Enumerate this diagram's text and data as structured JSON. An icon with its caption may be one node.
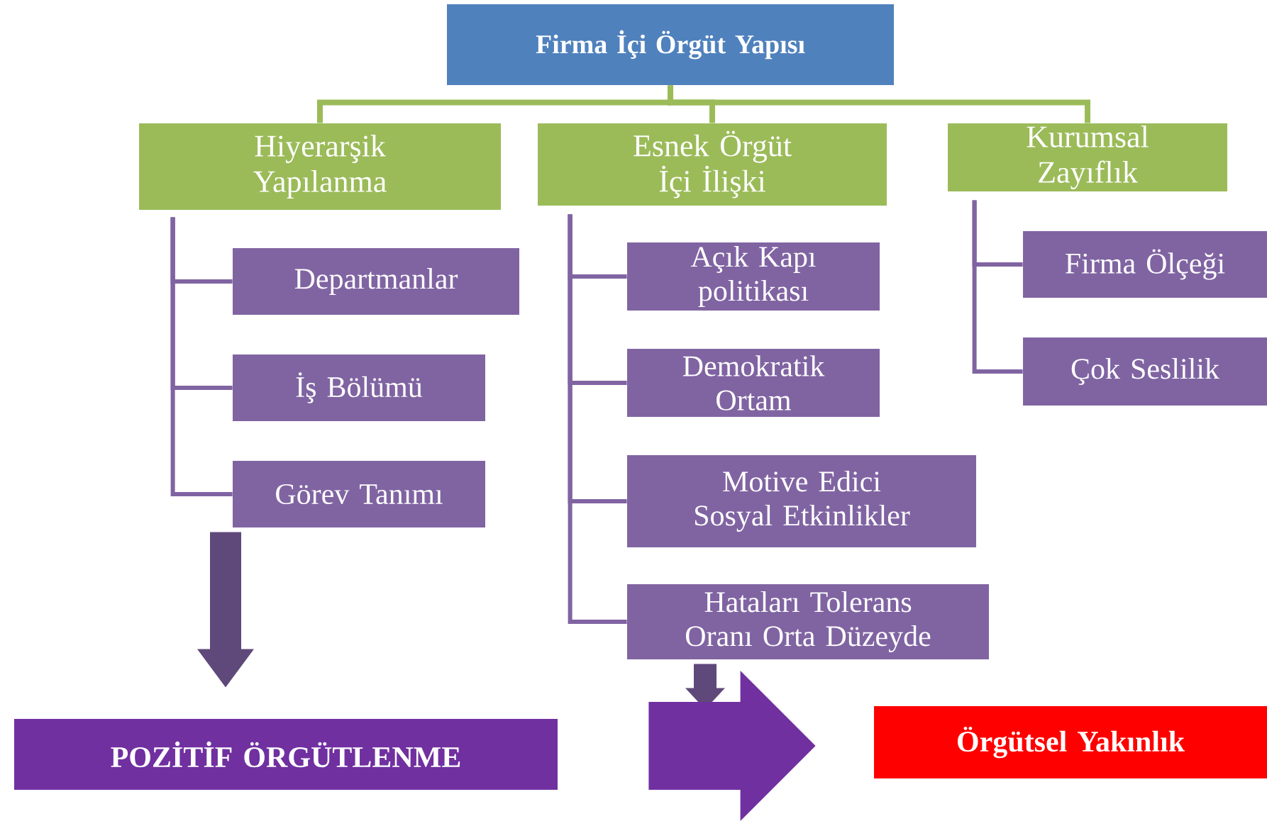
{
  "diagram": {
    "nodes": [
      {
        "text": [
          "Firma İçi Örgüt Yapısı"
        ]
      },
      {
        "text": [
          "Hiyerarşik Yapılanma"
        ]
      },
      {
        "text": [
          "Esnek Örgüt İçi İlişki"
        ]
      },
      {
        "text": [
          "Kurumsal Zayıflık"
        ]
      },
      {
        "text": [
          "Departmanlar"
        ]
      },
      {
        "text": [
          "İş Bölümü"
        ]
      },
      {
        "text": [
          "Görev Tanımı"
        ]
      },
      {
        "text": [
          "Açık Kapı politikası"
        ]
      },
      {
        "text": [
          "Demokratik Ortam"
        ]
      },
      {
        "text": [
          "Motive Edici Sosyal Etkinlikler"
        ]
      },
      {
        "text": [
          "Hataları Tolerans Oranı Orta Düzeyde"
        ]
      },
      {
        "text": [
          "Firma Ölçeği"
        ]
      },
      {
        "text": [
          "Çok Seslilik"
        ]
      },
      {
        "text": [
          "POZİTİF ÖRGÜTLENME"
        ]
      },
      {
        "text": [
          "Örgütsel Yakınlık"
        ]
      }
    ],
    "edges": [
      {
        "from": 0,
        "to": 1,
        "arrow": "none",
        "color": "#9bbb59"
      },
      {
        "from": 0,
        "to": 2,
        "arrow": "none",
        "color": "#9bbb59"
      },
      {
        "from": 0,
        "to": 3,
        "arrow": "none",
        "color": "#9bbb59"
      },
      {
        "from": 1,
        "to": 4,
        "arrow": "none"
      },
      {
        "from": 1,
        "to": 5,
        "arrow": "none"
      },
      {
        "from": 1,
        "to": 6,
        "arrow": "none"
      },
      {
        "from": 2,
        "to": 7,
        "arrow": "none"
      },
      {
        "from": 2,
        "to": 8,
        "arrow": "none"
      },
      {
        "from": 2,
        "to": 9,
        "arrow": "none"
      },
      {
        "from": 2,
        "to": 10,
        "arrow": "none"
      },
      {
        "from": 3,
        "to": 11,
        "arrow": "none"
      },
      {
        "from": 3,
        "to": 12,
        "arrow": "none"
      },
      {
        "from": 6,
        "to": 13,
        "arrow": "to",
        "style": "thick",
        "color": "#5f497a"
      },
      {
        "from": 10,
        "to": null,
        "arrow": "to",
        "style": "thick",
        "color": "#5f497a"
      },
      {
        "from": 13,
        "to": 14,
        "arrow": "to",
        "style": "thick",
        "color": "#7030a0"
      }
    ]
  }
}
